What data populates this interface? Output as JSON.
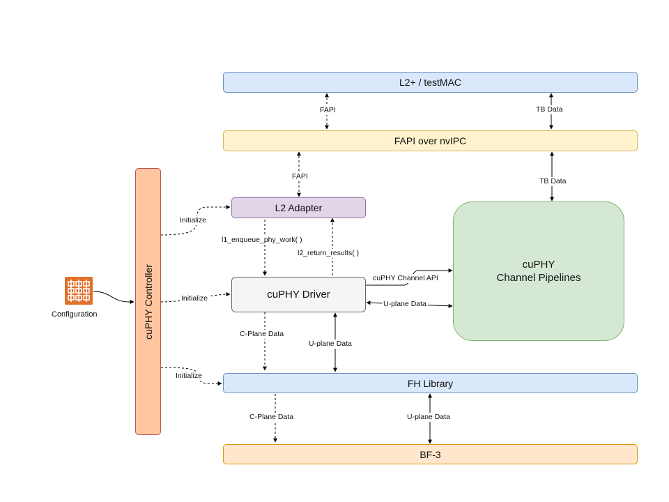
{
  "blocks": {
    "l2_testmac": "L2+ / testMAC",
    "fapi_nvipc": "FAPI over nvIPC",
    "l2_adapter": "L2 Adapter",
    "cuphy_driver": "cuPHY Driver",
    "fh_library": "FH Library",
    "bf3": "BF-3",
    "cuphy_controller": "cuPHY Controller",
    "pipelines_line1": "cuPHY",
    "pipelines_line2": "Channel Pipelines",
    "configuration": "Configuration"
  },
  "edge_labels": {
    "fapi_top": "FAPI",
    "tb_data_top": "TB Data",
    "fapi_mid": "FAPI",
    "tb_data_mid": "TB Data",
    "initialize_l2": "Initialize",
    "initialize_driver": "Initialize",
    "initialize_fh": "Initialize",
    "enqueue": "l1_enqueue_phy_work( )",
    "return_results": "l2_return_results( )",
    "channel_api": "cuPHY Channel API",
    "uplane_pipelines": "U-plane Data",
    "cplane_driver": "C-Plane Data",
    "uplane_driver": "U-plane Data",
    "cplane_fh": "C-Plane Data",
    "uplane_fh": "U-plane Data"
  },
  "colors": {
    "blue_fill": "#dae8fc",
    "blue_stroke": "#6c8ebf",
    "yellow_fill": "#fff2cc",
    "yellow_stroke": "#d6b656",
    "purple_fill": "#e1d5e7",
    "purple_stroke": "#9673a6",
    "grey_fill": "#f5f5f5",
    "grey_stroke": "#666666",
    "green_fill": "#d5e8d4",
    "green_stroke": "#82b366",
    "orange_fill": "#ffe6cc",
    "orange_stroke": "#d79b00",
    "salmon_fill": "#ffc59e",
    "salmon_stroke": "#b85450",
    "icon_orange": "#e0702a"
  }
}
